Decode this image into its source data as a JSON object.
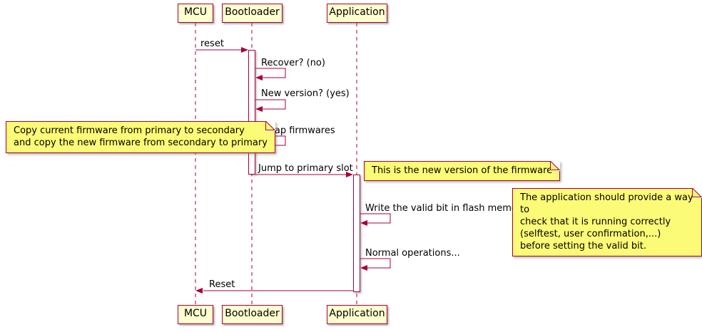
{
  "diagram": {
    "participants": {
      "mcu": "MCU",
      "bootloader": "Bootloader",
      "application": "Application"
    },
    "messages": {
      "reset": "reset",
      "recover": "Recover? (no)",
      "new_version": "New version? (yes)",
      "swap_firmwares": "Swap firmwares",
      "jump_primary": "Jump to primary slot",
      "write_valid_bit": "Write the valid bit in flash memory",
      "normal_operations": "Normal operations...",
      "reset_back": "Reset"
    },
    "notes": {
      "copy_firmware": "Copy current firmware from primary to secondary\nand copy the new firmware from secondary to primary",
      "new_firmware_version": "This is the new version of the firmware",
      "valid_bit": "The application should provide a way to\ncheck that it is running correctly\n(selftest, user confirmation,...)\nbefore setting the valid bit."
    },
    "colors": {
      "participant_fill": "#FEFECE",
      "note_fill": "#FBFB77",
      "border": "#A80036",
      "text": "#000000"
    }
  }
}
